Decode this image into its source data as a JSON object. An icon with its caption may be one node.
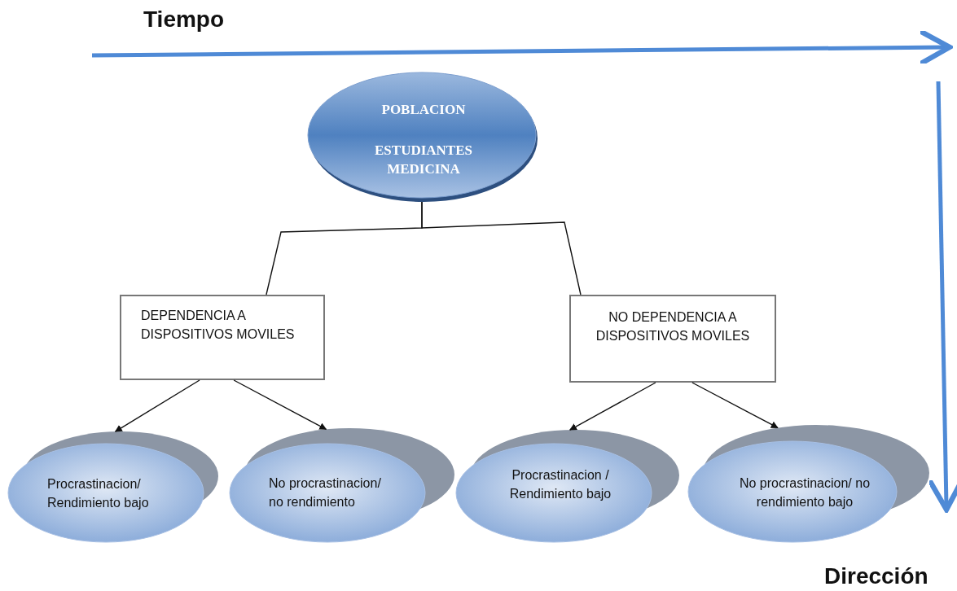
{
  "diagram": {
    "nodes": [
      {
        "text": [
          "POBLACION",
          "ESTUDIANTES MEDICINA"
        ]
      },
      {
        "text": [
          "DEPENDENCIA A DISPOSITIVOS MOVILES"
        ]
      },
      {
        "text": [
          "NO DEPENDENCIA A DISPOSITIVOS MOVILES"
        ]
      },
      {
        "text": [
          "Procrastinacion/ Rendimiento bajo"
        ]
      },
      {
        "text": [
          "No procrastinacion/ no rendimiento"
        ]
      },
      {
        "text": [
          "Procrastinacion / Rendimiento bajo"
        ]
      },
      {
        "text": [
          "No procrastinacion/ no rendimiento bajo"
        ]
      }
    ],
    "edges": [
      {
        "from": 0,
        "to": 1,
        "arrow": "none"
      },
      {
        "from": 0,
        "to": 2,
        "arrow": "none"
      },
      {
        "from": 1,
        "to": 3,
        "arrow": "to"
      },
      {
        "from": 1,
        "to": 4,
        "arrow": "to"
      },
      {
        "from": 2,
        "to": 5,
        "arrow": "to"
      },
      {
        "from": 2,
        "to": 6,
        "arrow": "to"
      }
    ],
    "labels": [
      "Tiempo",
      "Dirección"
    ]
  }
}
